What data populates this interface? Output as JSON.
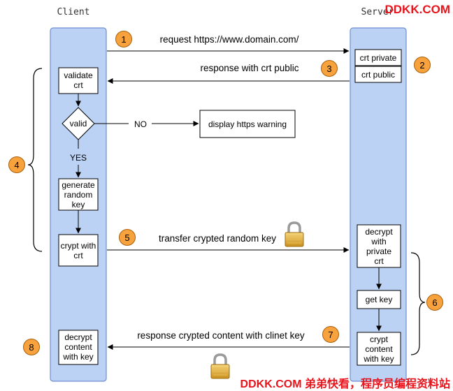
{
  "participants": {
    "client": "Client",
    "server": "Server"
  },
  "watermark": {
    "top": "DDKK.COM",
    "bottom": "DDKK.COM 弟弟快看，程序员编程资料站"
  },
  "server_boxes": {
    "crt_private": "crt private",
    "crt_public": "crt public",
    "decrypt": [
      "decrypt",
      "with",
      "private",
      "crt"
    ],
    "get_key": "get key",
    "crypt_content": [
      "crypt",
      "content",
      "with key"
    ]
  },
  "client_boxes": {
    "validate": [
      "validate",
      "crt"
    ],
    "valid": "valid",
    "generate": [
      "generate",
      "random",
      "key"
    ],
    "crypt_with": [
      "crypt with",
      "crt"
    ],
    "decrypt": [
      "decrypt",
      "content",
      "with key"
    ]
  },
  "warning_box": "display https warning",
  "labels": {
    "no": "NO",
    "yes": "YES"
  },
  "messages": {
    "request": "request https://www.domain.com/",
    "response_public": "response with crt public",
    "transfer": "transfer crypted random key",
    "response_content": "response crypted content with clinet key"
  },
  "steps": [
    "1",
    "2",
    "3",
    "4",
    "5",
    "6",
    "7",
    "8"
  ],
  "colors": {
    "lane_fill": "#bcd2f5",
    "lane_stroke": "#6f8fd0",
    "step_fill": "#f7a23c",
    "step_stroke": "#a85f0c",
    "watermark": "#e8141c"
  },
  "icons": [
    "lock-icon"
  ]
}
